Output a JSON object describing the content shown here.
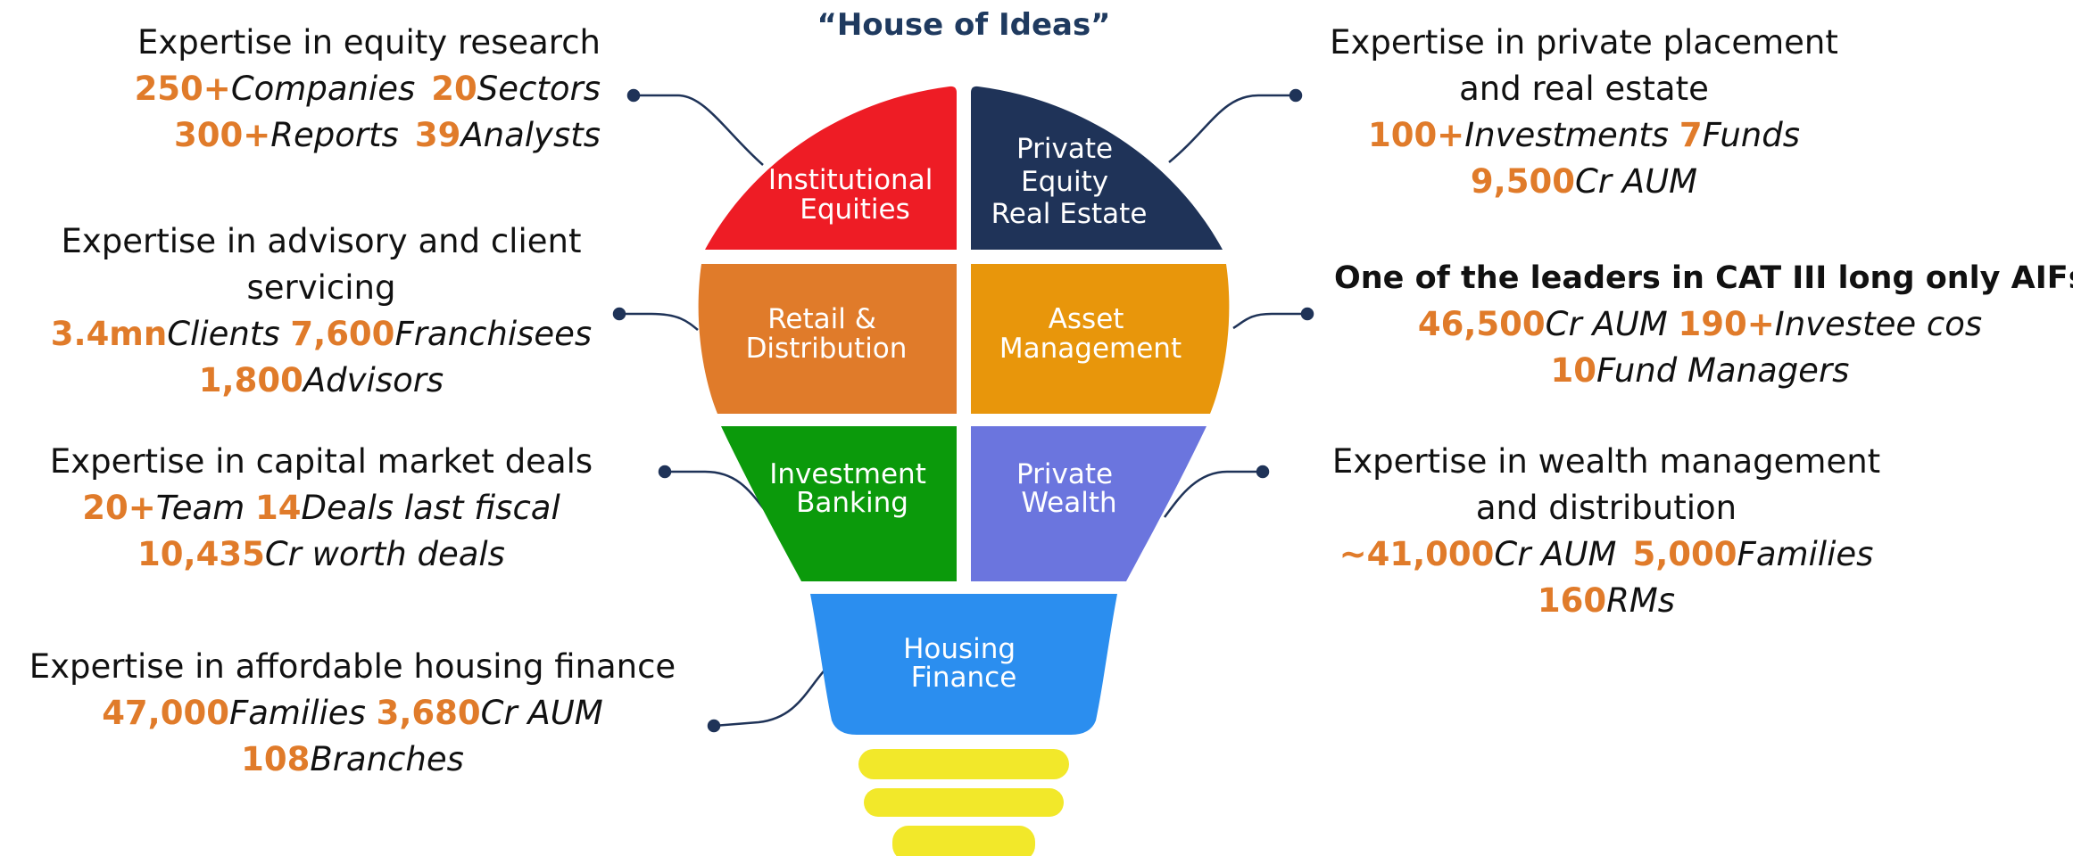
{
  "title": "“House of Ideas”",
  "colors": {
    "accent": "#e07b2a",
    "institutional": "#ee1c25",
    "private_equity": "#1f3358",
    "retail": "#e07b2a",
    "asset": "#e8960b",
    "ib": "#0b9a0b",
    "wealth": "#6b75de",
    "housing": "#2b8eef",
    "base": "#f2e82a",
    "connector": "#1f3358"
  },
  "segments": {
    "institutional": {
      "line1": "Institutional",
      "line2": "Equities"
    },
    "private_equity": {
      "line1": "Private",
      "line2": "Equity",
      "line3": "Real Estate"
    },
    "retail": {
      "line1": "Retail &",
      "line2": "Distribution"
    },
    "asset": {
      "line1": "Asset",
      "line2": "Management"
    },
    "ib": {
      "line1": "Investment",
      "line2": "Banking"
    },
    "wealth": {
      "line1": "Private",
      "line2": "Wealth"
    },
    "housing": {
      "line1": "Housing",
      "line2": "Finance"
    }
  },
  "equity_research": {
    "heading": "Expertise in equity research",
    "s1_num": "250+",
    "s1_unit": "Companies",
    "s2_num": "20",
    "s2_unit": "Sectors",
    "s3_num": "300+",
    "s3_unit": "Reports",
    "s4_num": "39",
    "s4_unit": "Analysts"
  },
  "advisory": {
    "heading1": "Expertise in advisory and client",
    "heading2": "servicing",
    "s1_num": "3.4mn",
    "s1_unit": "Clients",
    "s2_num": "7,600",
    "s2_unit": "Franchisees",
    "s3_num": "1,800",
    "s3_unit": "Advisors"
  },
  "capital_markets": {
    "heading": "Expertise in capital market deals",
    "s1_num": "20+",
    "s1_unit": "Team",
    "s2_num": "14",
    "s2_unit": "Deals last fiscal",
    "s3_num": "10,435",
    "s3_unit": "Cr worth deals"
  },
  "housing_finance": {
    "heading": "Expertise in affordable housing finance",
    "s1_num": "47,000",
    "s1_unit": "Families",
    "s2_num": "3,680",
    "s2_unit": "Cr AUM",
    "s3_num": "108",
    "s3_unit": "Branches"
  },
  "private_placement": {
    "heading1": "Expertise in private placement",
    "heading2": "and real estate",
    "s1_num": "100+",
    "s1_unit": "Investments",
    "s2_num": "7",
    "s2_unit": "Funds",
    "s3_num": "9,500",
    "s3_unit": "Cr AUM"
  },
  "aif": {
    "heading": "One of the leaders in CAT III long only AIFs",
    "s1_num": "46,500",
    "s1_unit": "Cr AUM",
    "s2_num": "190+",
    "s2_unit": "Investee cos",
    "s3_num": "10",
    "s3_unit": "Fund Managers"
  },
  "wealth_mgmt": {
    "heading1": "Expertise in wealth management",
    "heading2": "and distribution",
    "s1_num": "~41,000",
    "s1_unit": "Cr AUM",
    "s2_num": "5,000",
    "s2_unit": "Families",
    "s3_num": "160",
    "s3_unit": "RMs"
  }
}
